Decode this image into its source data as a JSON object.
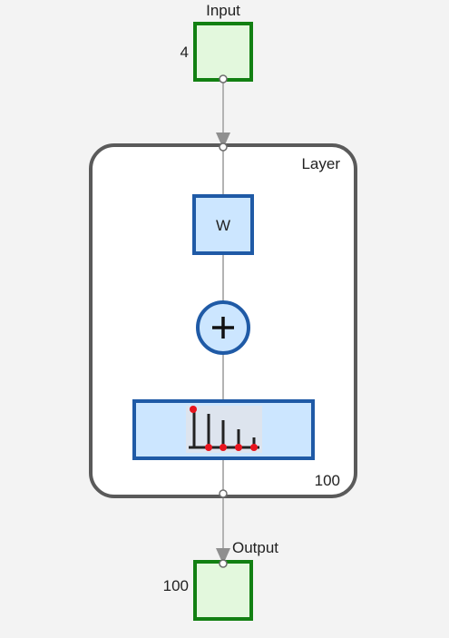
{
  "input": {
    "label": "Input",
    "size": "4"
  },
  "layer": {
    "label": "Layer",
    "size": "100",
    "weight_label": "W",
    "sum_symbol": "+",
    "transfer_function_icon": "transfer-function-icon"
  },
  "output": {
    "label": "Output",
    "size": "100"
  },
  "colors": {
    "background": "#f3f3f3",
    "io_fill": "#e3f8dd",
    "io_stroke": "#128012",
    "block_fill": "#cce6ff",
    "block_stroke": "#1f5aa6",
    "layer_stroke": "#5a5a5a",
    "connector": "#b3b3b3",
    "stem_color": "#222222",
    "dot_color": "#e8141e"
  }
}
